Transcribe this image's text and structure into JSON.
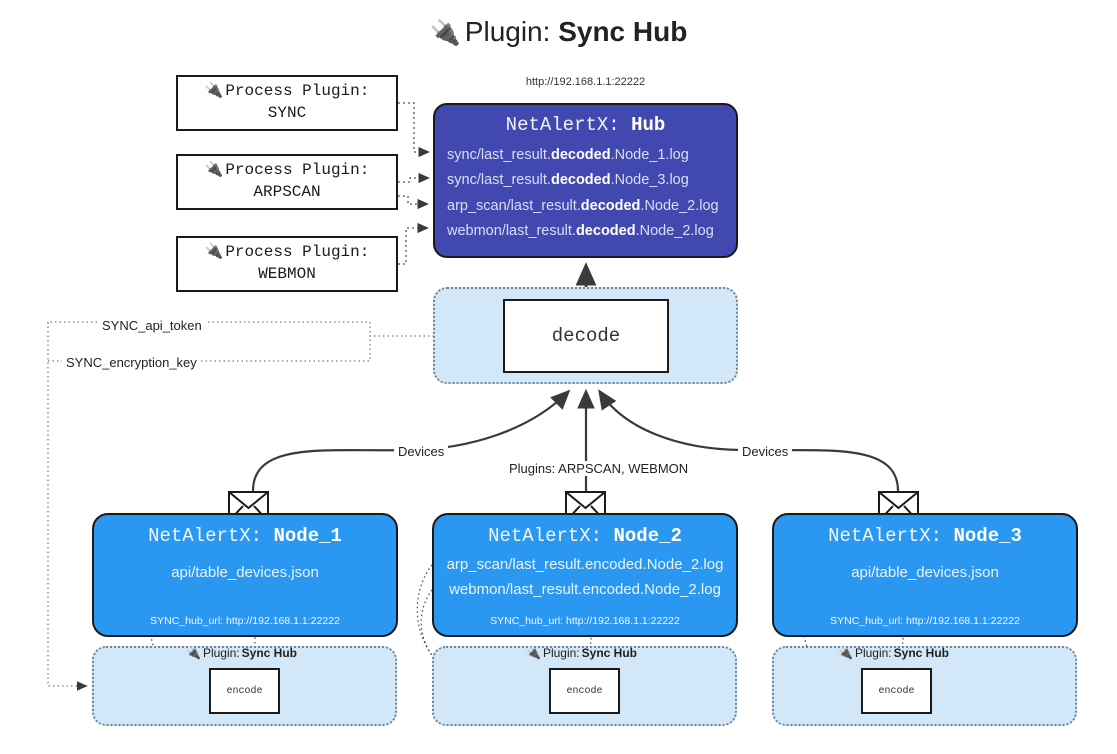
{
  "title": {
    "icon": "plug-icon",
    "prefix": "Plugin:",
    "name": "Sync Hub"
  },
  "hub": {
    "url": "http://192.168.1.1:22222",
    "title_prefix": "NetAlertX:",
    "title_name": "Hub",
    "lines": [
      {
        "pre": "sync/last_result.",
        "mid": "decoded",
        "post": ".Node_1.log"
      },
      {
        "pre": "sync/last_result.",
        "mid": "decoded",
        "post": ".Node_3.log"
      },
      {
        "pre": "arp_scan/last_result.",
        "mid": "decoded",
        "post": ".Node_2.log"
      },
      {
        "pre": "webmon/last_result.",
        "mid": "decoded",
        "post": ".Node_2.log"
      }
    ]
  },
  "process_plugins": [
    {
      "icon": "plug-icon",
      "label": "Process Plugin:",
      "name": "SYNC"
    },
    {
      "icon": "plug-icon",
      "label": "Process Plugin:",
      "name": "ARPSCAN"
    },
    {
      "icon": "plug-icon",
      "label": "Process Plugin:",
      "name": "WEBMON"
    }
  ],
  "decode": {
    "container_label": "",
    "box_label": "decode"
  },
  "edge_labels": {
    "sync_api_token": "SYNC_api_token",
    "sync_encryption_key": "SYNC_encryption_key",
    "devices_left": "Devices",
    "devices_right": "Devices",
    "plugins": "Plugins: ARPSCAN, WEBMON"
  },
  "nodes": [
    {
      "title_prefix": "NetAlertX:",
      "title_name": "Node_1",
      "lines": [
        "api/table_devices.json"
      ],
      "footer": "SYNC_hub_url: http://192.168.1.1:22222",
      "envelope_icon": "envelope-icon",
      "plugin_tag": {
        "icon": "plug-icon",
        "prefix": "Plugin:",
        "name": "Sync Hub"
      },
      "encode_label": "encode"
    },
    {
      "title_prefix": "NetAlertX:",
      "title_name": "Node_2",
      "lines": [
        "arp_scan/last_result.encoded.Node_2.log",
        "webmon/last_result.encoded.Node_2.log"
      ],
      "footer": "SYNC_hub_url: http://192.168.1.1:22222",
      "envelope_icon": "envelope-icon",
      "plugin_tag": {
        "icon": "plug-icon",
        "prefix": "Plugin:",
        "name": "Sync Hub"
      },
      "encode_label": "encode"
    },
    {
      "title_prefix": "NetAlertX:",
      "title_name": "Node_3",
      "lines": [
        "api/table_devices.json"
      ],
      "footer": "SYNC_hub_url: http://192.168.1.1:22222",
      "envelope_icon": "envelope-icon",
      "plugin_tag": {
        "icon": "plug-icon",
        "prefix": "Plugin:",
        "name": "Sync Hub"
      },
      "encode_label": "encode"
    }
  ],
  "colors": {
    "hub_fill": "#4149b0",
    "node_fill": "#2a97f0",
    "container_fill": "#d2e7f8",
    "stroke": "#1a1a1a",
    "dotted_stroke": "#6f8494"
  }
}
